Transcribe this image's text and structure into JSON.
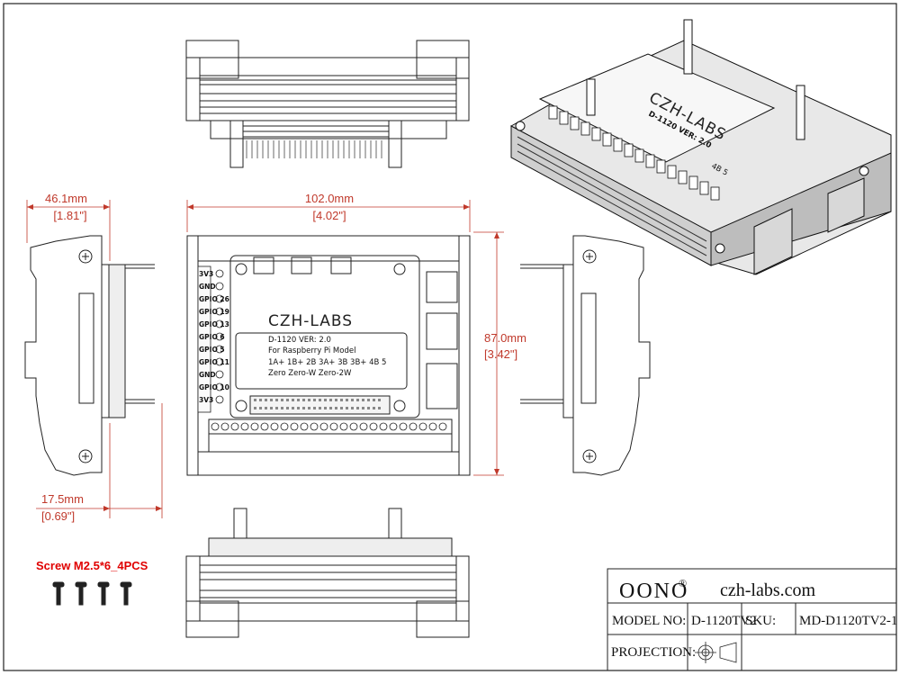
{
  "dimensions": {
    "side_width_mm": "46.1mm",
    "side_width_in": "[1.81\"]",
    "top_width_mm": "102.0mm",
    "top_width_in": "[4.02\"]",
    "height_mm": "87.0mm",
    "height_in": "[3.42\"]",
    "offset_mm": "17.5mm",
    "offset_in": "[0.69\"]"
  },
  "board": {
    "brand": "CZH-LABS",
    "model_line": "D-1120   VER: 2.0",
    "for_line": "For Raspberry Pi Model",
    "models_line": "1A+  1B+  2B  3A+  3B  3B+  4B  5",
    "zero_line": "Zero  Zero-W  Zero-2W",
    "left_labels": [
      "3V3",
      "GND",
      "GPIO 26",
      "GPIO 19",
      "GPIO 13",
      "GPIO 6",
      "GPIO 5",
      "GPIO 11",
      "GND",
      "GPIO 10",
      "3V3"
    ],
    "iso_brand": "CZH-LABS",
    "iso_model": "D-1120  VER: 2.0",
    "iso_models": "4B  5"
  },
  "screw_note": "Screw M2.5*6_4PCS",
  "title_block": {
    "brand": "OONO",
    "registered": "®",
    "website": "czh-labs.com",
    "model_label": "MODEL NO:",
    "model_value": "D-1120TV2",
    "sku_label": "SKU:",
    "sku_value": "MD-D1120TV2-1",
    "projection_label": "PROJECTION:"
  }
}
